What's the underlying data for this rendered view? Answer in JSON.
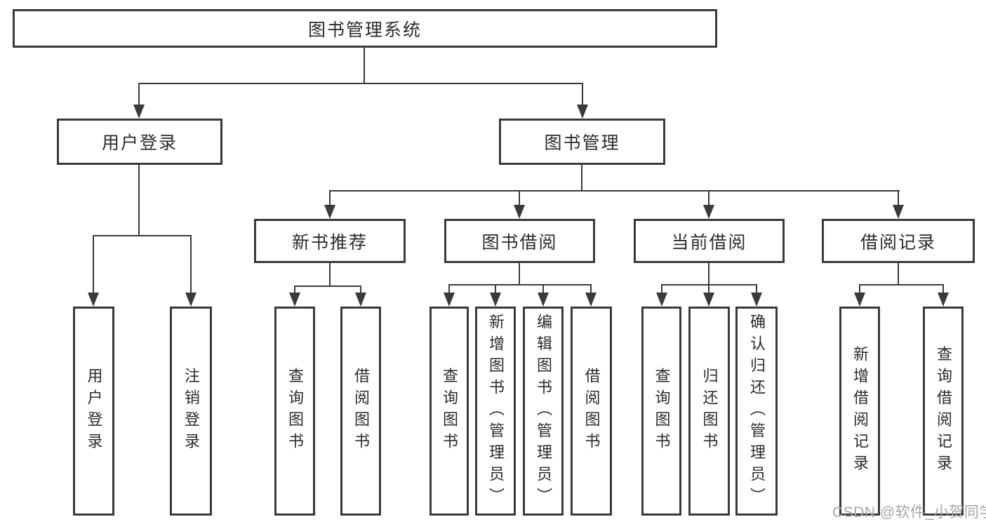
{
  "diagram": {
    "title_node": {
      "label": "图书管理系统"
    },
    "user_login": {
      "label": "用户登录",
      "leaves": [
        "用户登录",
        "注销登录"
      ]
    },
    "book_mgmt": {
      "label": "图书管理",
      "sections": {
        "new_books": {
          "label": "新书推荐",
          "leaves": [
            "查询图书",
            "借阅图书"
          ]
        },
        "book_borrow": {
          "label": "图书借阅",
          "leaves": [
            "查询图书",
            "新增图书（管理员）",
            "编辑图书（管理员）",
            "借阅图书"
          ]
        },
        "current_borrow": {
          "label": "当前借阅",
          "leaves": [
            "查询图书",
            "归还图书",
            "确认归还（管理员）"
          ]
        },
        "borrow_records": {
          "label": "借阅记录",
          "leaves": [
            "新增借阅记录",
            "查询借阅记录"
          ]
        }
      }
    },
    "colors": {
      "line": "#3a3a3a",
      "box_border": "#3a3a3a",
      "text": "#2b2b2b",
      "watermark": "#a6a6a6",
      "background": "#ffffff"
    }
  },
  "watermark": {
    "text": "CSDN @软件_小贺同学"
  }
}
